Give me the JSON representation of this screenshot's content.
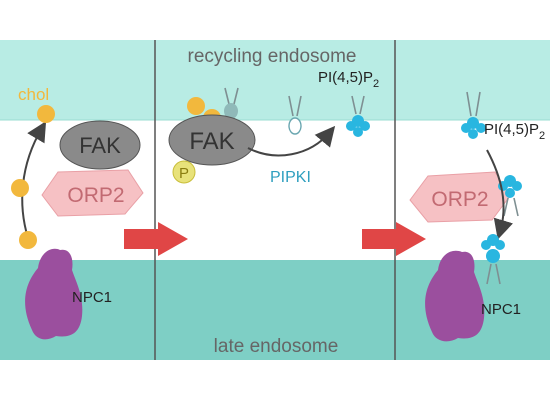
{
  "labels": {
    "chol": "chol",
    "recycling_endosome": "recycling endosome",
    "late_endosome": "late endosome",
    "pi45p2_main": "PI(4,5)P",
    "pi45p2_sub": "2",
    "pipki": "PIPKI"
  },
  "proteins": {
    "fak": "FAK",
    "orp2": "ORP2",
    "npc1": "NPC1",
    "phospho": "P"
  },
  "colors": {
    "recycling_endosome": "#b8ece4",
    "late_endosome": "#7ecfc5",
    "cholesterol": "#f2b83d",
    "fak": "#8a8a8a",
    "orp2": "#f6c1c4",
    "npc1": "#9b4f9e",
    "pi45p2": "#29b6e0",
    "pipki_text": "#2f9fbf",
    "transition_arrow": "#e04646",
    "divider": "#555555"
  }
}
